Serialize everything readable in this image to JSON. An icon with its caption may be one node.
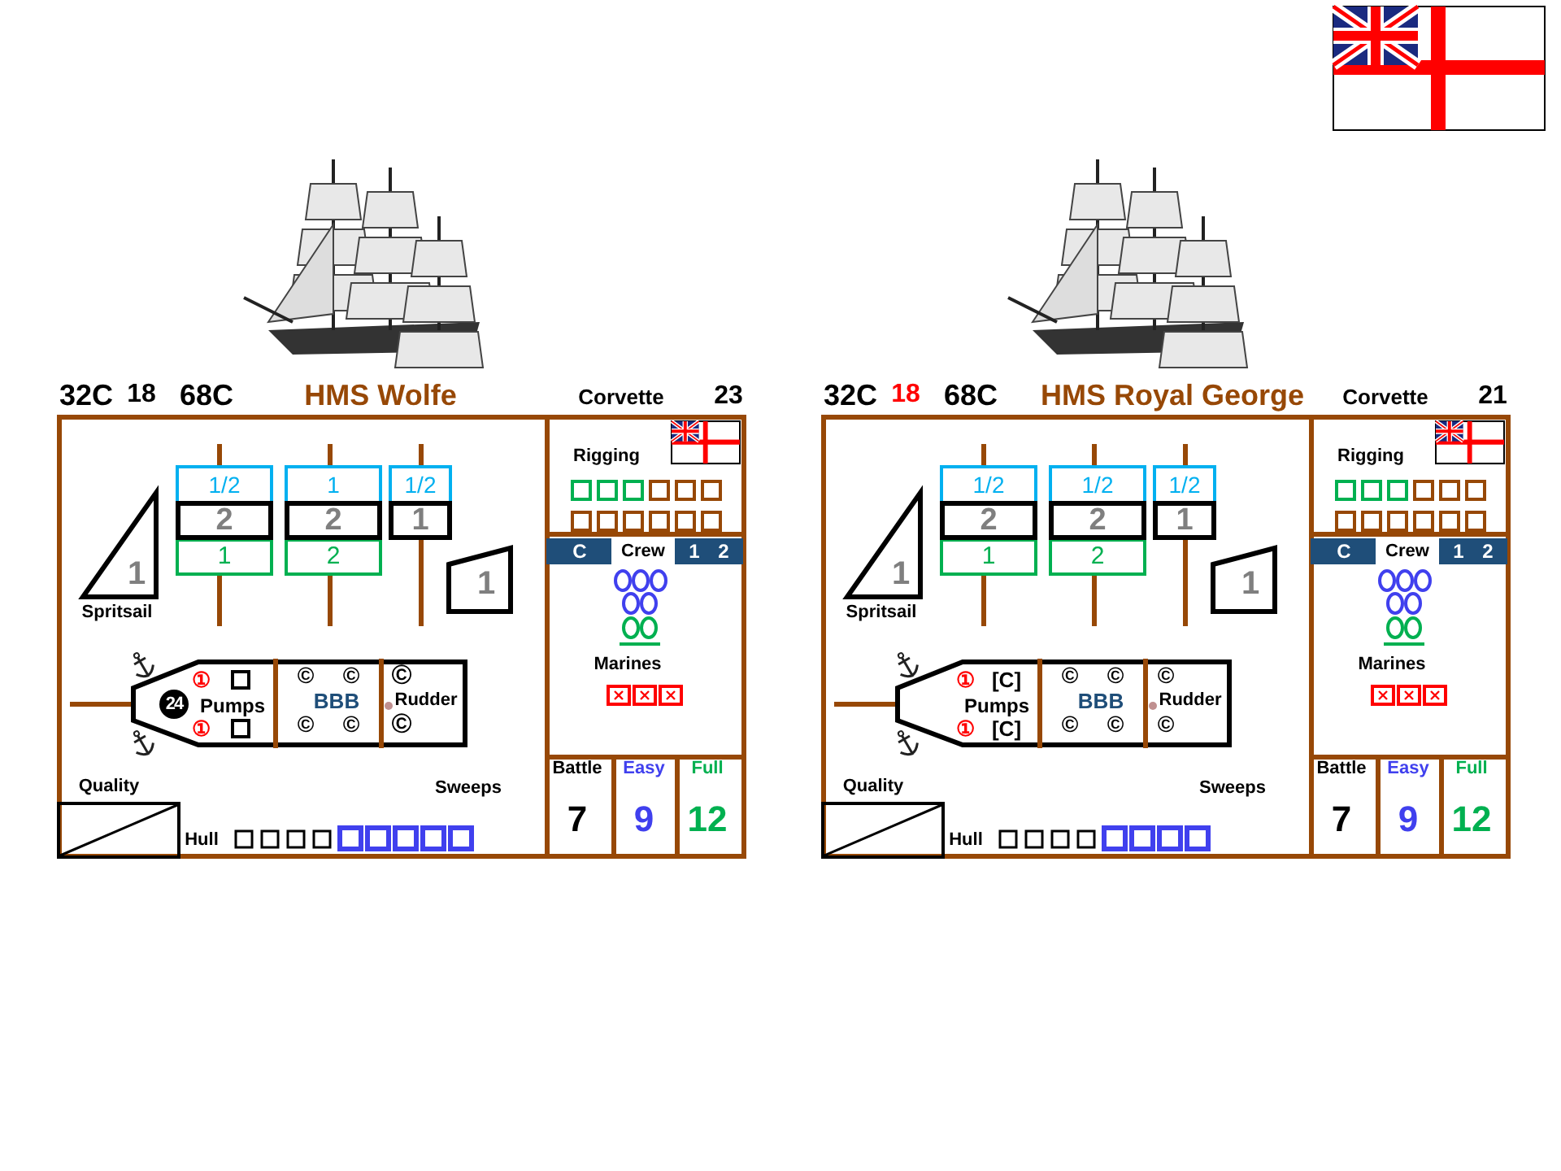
{
  "diagram": {
    "nodes": [
      {
        "text": [],
        "shape": "box"
      },
      {
        "text": [
          "Rigging"
        ],
        "in": 0
      },
      {
        "text": [
          "C",
          "Crew",
          "1 2",
          "Marines"
        ],
        "in": 0
      },
      {
        "text": [
          "Battle",
          "7"
        ],
        "in": 0
      },
      {
        "text": [
          "Easy",
          "9"
        ],
        "in": 0
      },
      {
        "text": [
          "Full",
          "12"
        ],
        "in": 0
      },
      {
        "text": [
          "1/2"
        ],
        "in": 0
      },
      {
        "text": [
          "1"
        ],
        "in": 0
      },
      {
        "text": [
          "1/2"
        ],
        "in": 0
      },
      {
        "text": [
          "2"
        ],
        "in": 0
      },
      {
        "text": [
          "2"
        ],
        "in": 0
      },
      {
        "text": [
          "1"
        ],
        "in": 0
      },
      {
        "text": [
          "1"
        ],
        "beside": [
          "Spritsail"
        ],
        "in": 0
      },
      {
        "text": [
          "1"
        ],
        "in": 0
      },
      {
        "text": [
          "2"
        ],
        "in": 0
      },
      {
        "text": [
          "1"
        ],
        "in": 0
      },
      {
        "text": [],
        "shape": "box",
        "in": 0
      },
      {
        "text": [
          "①",
          "Pumps",
          "①"
        ],
        "in": 16
      },
      {
        "text": [
          "©",
          "©",
          "BBB",
          "©",
          "©"
        ],
        "in": 16
      },
      {
        "text": [
          "©",
          "Rudder",
          "©"
        ],
        "in": 16
      },
      {
        "text": [
          "Quality"
        ],
        "in": 0
      },
      {
        "text": [],
        "shape": "box"
      },
      {
        "text": [
          "Rigging"
        ],
        "in": 21
      },
      {
        "text": [
          "C",
          "Crew",
          "1 2",
          "Marines"
        ],
        "in": 21
      },
      {
        "text": [
          "Battle",
          "7"
        ],
        "in": 21
      },
      {
        "text": [
          "Easy",
          "9"
        ],
        "in": 21
      },
      {
        "text": [
          "Full",
          "12"
        ],
        "in": 21
      },
      {
        "text": [
          "1/2"
        ],
        "in": 21
      },
      {
        "text": [
          "1/2"
        ],
        "in": 21
      },
      {
        "text": [
          "1/2"
        ],
        "in": 21
      },
      {
        "text": [
          "2"
        ],
        "in": 21
      },
      {
        "text": [
          "2"
        ],
        "in": 21
      },
      {
        "text": [
          "1"
        ],
        "in": 21
      },
      {
        "text": [
          "1"
        ],
        "beside": [
          "Spritsail"
        ],
        "in": 21
      },
      {
        "text": [
          "1"
        ],
        "in": 21
      },
      {
        "text": [
          "2"
        ],
        "in": 21
      },
      {
        "text": [
          "1"
        ],
        "in": 21
      },
      {
        "text": [],
        "shape": "box",
        "in": 21
      },
      {
        "text": [
          "①",
          "[C]",
          "Pumps",
          "①",
          "[C]"
        ],
        "in": 37
      },
      {
        "text": [
          "©",
          "©",
          "BBB",
          "©",
          "©"
        ],
        "in": 37
      },
      {
        "text": [
          "©",
          "Rudder",
          "©"
        ],
        "in": 37
      },
      {
        "text": [
          "Quality"
        ],
        "in": 21
      }
    ],
    "labels": [
      "32C",
      "18",
      "68C",
      "HMS Wolfe",
      "Corvette",
      "23",
      "24",
      "Sweeps",
      "Hull",
      "32C",
      "18",
      "68C",
      "HMS Royal George",
      "Corvette",
      "21",
      "Sweeps",
      "Hull"
    ]
  }
}
